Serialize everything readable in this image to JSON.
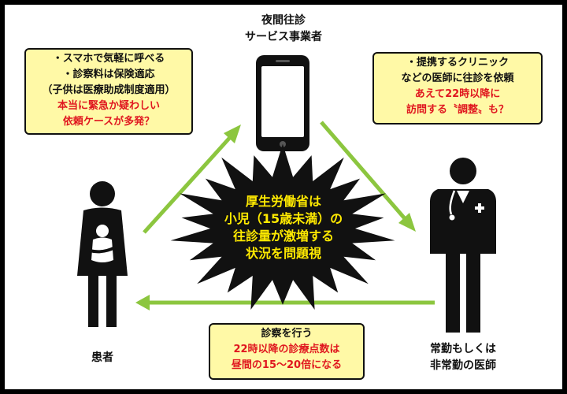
{
  "provider": {
    "label_line1": "夜間往診",
    "label_line2": "サービス事業者"
  },
  "patient": {
    "label": "患者"
  },
  "doctor": {
    "label_line1": "常勤もしくは",
    "label_line2": "非常勤の医師"
  },
  "note_left": {
    "line1": "・スマホで気軽に呼べる",
    "line2": "・診察料は保険適応",
    "line3": "（子供は医療助成制度適用）",
    "line4_red": "本当に緊急か疑わしい",
    "line5_red": "依頼ケースが多発？"
  },
  "note_right": {
    "line1": "・提携するクリニック",
    "line2": "などの医師に往診を依頼",
    "line3_red": "あえて22時以降に",
    "line4_red": "訪問する〝調整〟も？"
  },
  "note_bottom": {
    "line1": "診察を行う",
    "line2_red": "22時以降の診療点数は",
    "line3_red": "昼間の15～20倍になる"
  },
  "center_alert": {
    "line1": "厚生労働省は",
    "line2": "小児（15歳未満）の",
    "line3": "往診量が激増する",
    "line4": "状況を問題視",
    "text_color": "#ffea00"
  },
  "colors": {
    "arrow": "#8cc63f",
    "note_bg": "#fff9a6",
    "red": "#e0171f"
  }
}
